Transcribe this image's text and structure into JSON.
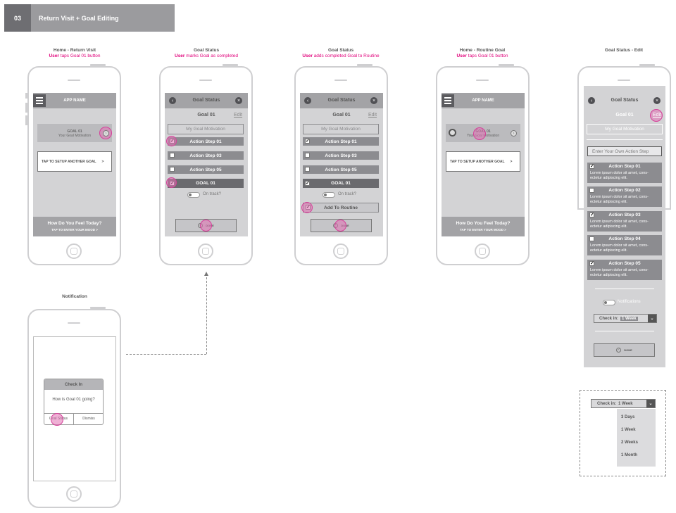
{
  "header": {
    "number": "03",
    "title": "Return Visit + Goal Editing"
  },
  "captions": [
    {
      "title": "Home - Return Visit",
      "user": "User",
      "action": " taps Goal 01 button"
    },
    {
      "title": "Goal Status",
      "user": "User",
      "action": " marks Goal as completed"
    },
    {
      "title": "Goal Status",
      "user": "User",
      "action": " adds completed Goal to Routine"
    },
    {
      "title": "Home - Routine Goal",
      "user": "User",
      "action": " taps  Goal 01 button"
    },
    {
      "title": "Goal Status - Edit",
      "user": "",
      "action": ""
    },
    {
      "title": "Notification",
      "user": "",
      "action": ""
    }
  ],
  "home": {
    "app_name": "APP NAME",
    "goal_title": "GOAL 01",
    "goal_sub": "Your Goal Motivation",
    "tap_setup": "TAP TO SETUP ANOTHER GOAL",
    "tap_arrow": ">",
    "feel_title": "How Do You Feel Today?",
    "feel_sub": "TAP TO ENTER YOUR MOOD >"
  },
  "goal_status": {
    "title": "Goal Status",
    "goal": "Goal 01",
    "edit": "Edit",
    "motivation": "My Goal Motivation",
    "steps": [
      "Action Step 01",
      "Action Step 03",
      "Action Step 05"
    ],
    "goal_row": "GOAL 01",
    "on_track": "On track?",
    "add_routine": "Add To Routine",
    "done": "DONE",
    "back": "‹",
    "close": "×",
    "check": "✓"
  },
  "edit_screen": {
    "placeholder": "Enter Your Own Action Step",
    "steps": [
      {
        "label": "Action Step 01",
        "checked": true
      },
      {
        "label": "Action Step 02",
        "checked": false
      },
      {
        "label": "Action Step 03",
        "checked": true
      },
      {
        "label": "Action Step 04",
        "checked": false
      },
      {
        "label": "Action Step 05",
        "checked": true
      }
    ],
    "lorem1": "Lorem ipsum dolor sit amet, cons-",
    "lorem2": "ectetur adipiscing elit.",
    "notifications": "Notifications",
    "checkin_label": "Check in:",
    "checkin_value": "1 Week",
    "done": "DONE",
    "arrow": "⌄"
  },
  "dropdown": {
    "label": "Check in:",
    "value": "1 Week",
    "options": [
      "3 Days",
      "1 Week",
      "2 Weeks",
      "1 Month"
    ]
  },
  "notification": {
    "title": "Check In",
    "question": "How is Goal 01 going?",
    "goal_status": "Goal Status",
    "dismiss": "Dismiss"
  },
  "colors": {
    "highlight": "#d6409a",
    "caption_accent": "#e0007a",
    "header": "#9b9b9e"
  }
}
